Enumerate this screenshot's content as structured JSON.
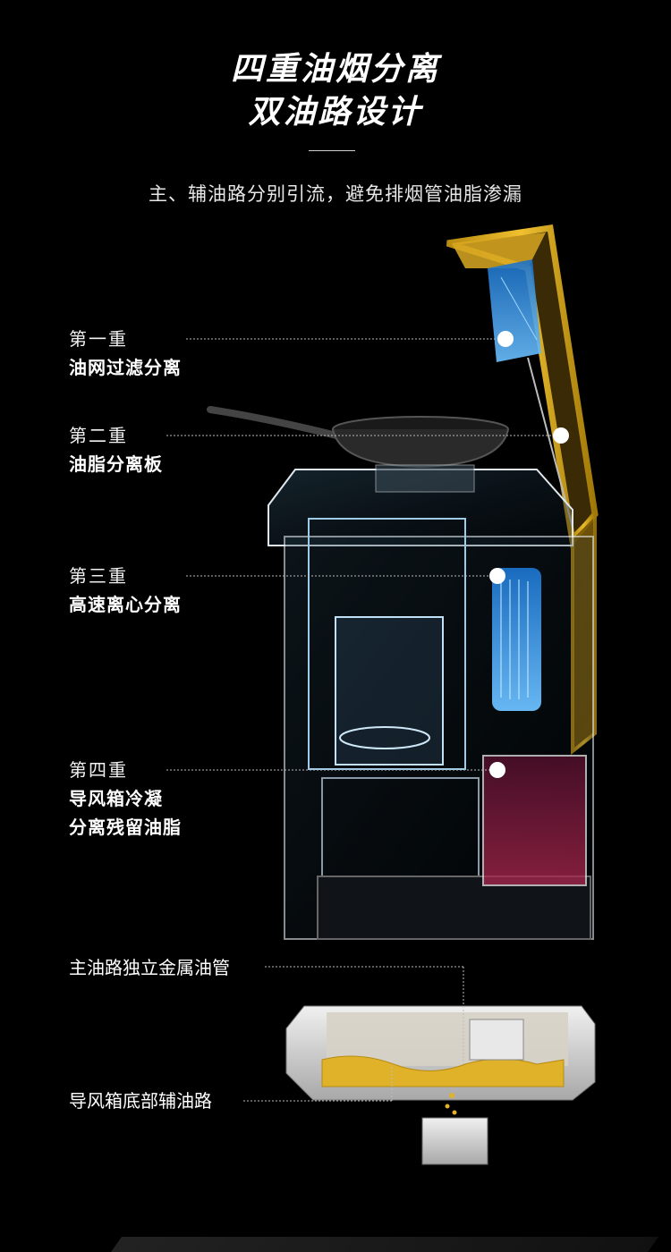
{
  "header": {
    "title_line1": "四重油烟分离",
    "title_line2": "双油路设计",
    "subtitle": "主、辅油路分别引流，避免排烟管油脂渗漏"
  },
  "stages": [
    {
      "num": "第一重",
      "desc": [
        "油网过滤分离"
      ]
    },
    {
      "num": "第二重",
      "desc": [
        "油脂分离板"
      ]
    },
    {
      "num": "第三重",
      "desc": [
        "高速离心分离"
      ]
    },
    {
      "num": "第四重",
      "desc": [
        "导风箱冷凝",
        "分离残留油脂"
      ]
    }
  ],
  "oil_paths": {
    "main": "主油路独立金属油管",
    "auxiliary": "导风箱底部辅油路"
  },
  "colors": {
    "background": "#000000",
    "accent_gold": "#e6b422",
    "accent_blue": "#2f8fe0",
    "accent_red": "#8a1e3a"
  }
}
